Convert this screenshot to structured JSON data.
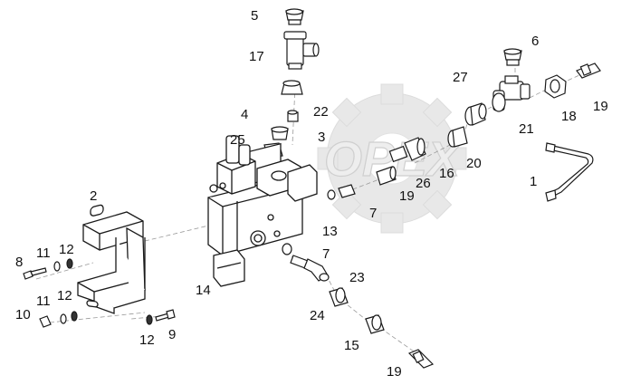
{
  "diagram": {
    "type": "exploded-parts-diagram",
    "watermark": {
      "text": "OPEX",
      "shape": "gear"
    },
    "callouts": [
      "5",
      "17",
      "6",
      "27",
      "18",
      "19",
      "21",
      "4",
      "22",
      "3",
      "25",
      "16",
      "20",
      "1",
      "2",
      "19",
      "26",
      "7",
      "13",
      "7",
      "8",
      "11",
      "12",
      "23",
      "11",
      "12",
      "14",
      "10",
      "24",
      "15",
      "12",
      "9",
      "19"
    ],
    "colors": {
      "line": "#1a1a1a",
      "leader": "#9a9a9a",
      "watermark": "#e6e6e6",
      "label": "#111111"
    }
  }
}
